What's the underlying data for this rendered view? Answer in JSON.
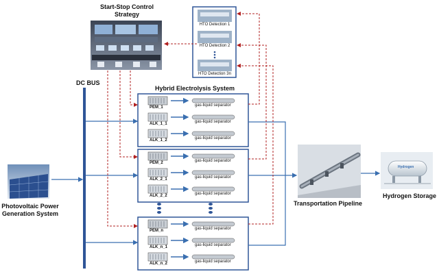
{
  "labels": {
    "start_stop_line1": "Start-Stop Control",
    "start_stop_line2": "Strategy",
    "dc_bus": "DC BUS",
    "hybrid_system": "Hybrid Electrolysis System",
    "pv_line1": "Photovoltaic Power",
    "pv_line2": "Generation System",
    "pipeline": "Transportation Pipeline",
    "storage": "Hydrogen Storage",
    "hydrogen_tank_text": "Hydrogen"
  },
  "detection": [
    "HTO Detection 1",
    "HTO Detection 2",
    "HTO Detection 3n"
  ],
  "groups": [
    {
      "units": [
        {
          "name": "PEM_1",
          "separator": "gas-liquid separator"
        },
        {
          "name": "ALK_1_1",
          "separator": "gas-liquid separator"
        },
        {
          "name": "ALK_1_2",
          "separator": "gas-liquid separator"
        }
      ]
    },
    {
      "units": [
        {
          "name": "PEM_2",
          "separator": "gas-liquid separator"
        },
        {
          "name": "ALK_2_1",
          "separator": "gas-liquid separator"
        },
        {
          "name": "ALK_2_2",
          "separator": "gas-liquid separator"
        }
      ]
    },
    {
      "units": [
        {
          "name": "PEM_n",
          "separator": "gas-liquid separator"
        },
        {
          "name": "ALK_n_1",
          "separator": "gas-liquid separator"
        },
        {
          "name": "ALK_n_2",
          "separator": "gas-liquid separator"
        }
      ]
    }
  ],
  "colors": {
    "power_line": "#3a6fb0",
    "control_line": "#b02020",
    "box_border": "#2f5597",
    "bus": "#2f5597"
  }
}
